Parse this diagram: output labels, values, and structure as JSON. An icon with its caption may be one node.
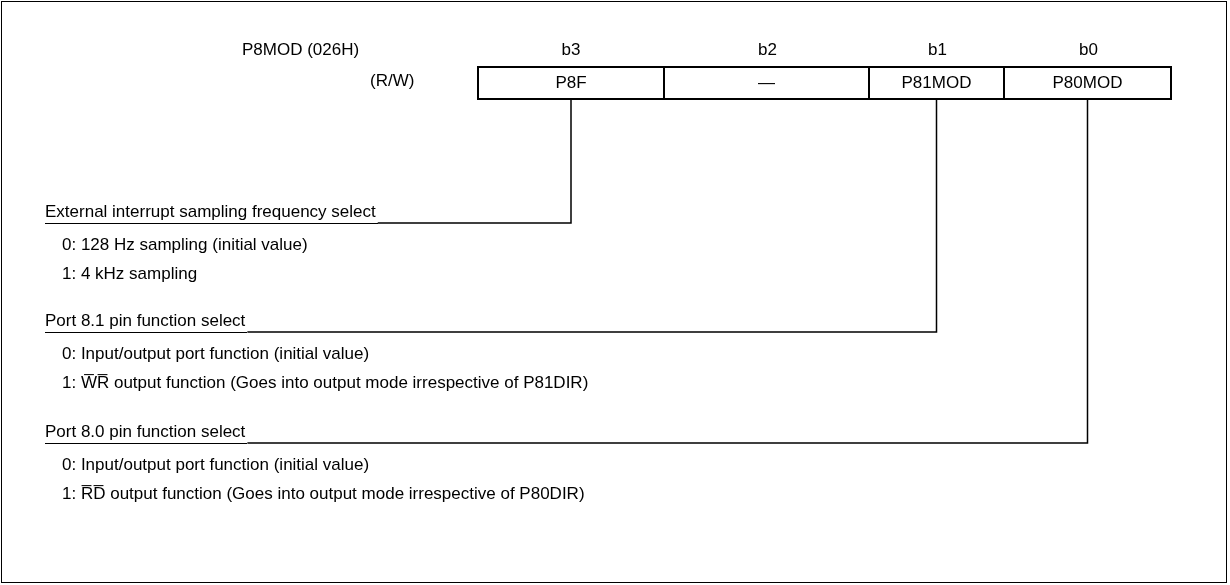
{
  "diagram": {
    "nodes": [
      {
        "text": [
          "P8F"
        ],
        "beside": [
          "b3"
        ]
      },
      {
        "text": [
          "—"
        ],
        "beside": [
          "b2"
        ]
      },
      {
        "text": [
          "P81MOD"
        ],
        "beside": [
          "b1"
        ]
      },
      {
        "text": [
          "P80MOD"
        ],
        "beside": [
          "b0"
        ]
      },
      {
        "text": [
          "External interrupt sampling frequency select"
        ]
      },
      {
        "text": [
          "Port 8.1 pin function select"
        ]
      },
      {
        "text": [
          "Port 8.0 pin function select"
        ]
      }
    ],
    "edges": [
      {
        "from": 4,
        "to": 0,
        "arrow": "none"
      },
      {
        "from": 5,
        "to": 2,
        "arrow": "none"
      },
      {
        "from": 6,
        "to": 3,
        "arrow": "none"
      }
    ],
    "labels": [
      "P8MOD (026H)",
      "(R/W)",
      "0: 128 Hz sampling (initial value)",
      "1: 4 kHz sampling",
      "0: Input/output port function (initial value)",
      "1: W̅R̅ output function (Goes into output mode irrespective of P81DIR)",
      "0: Input/output port function (initial value)",
      "1: R̅D̅ output function (Goes into output mode irrespective of P80DIR)"
    ]
  }
}
